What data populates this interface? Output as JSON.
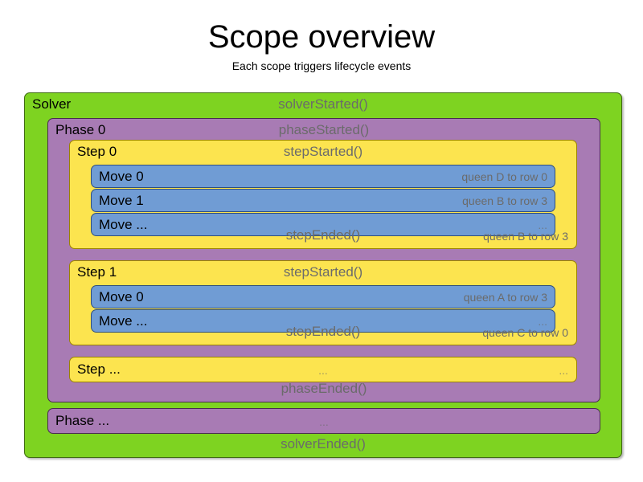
{
  "header": {
    "title": "Scope overview",
    "subtitle": "Each scope triggers lifecycle events"
  },
  "solver": {
    "label": "Solver",
    "started_event": "solverStarted()",
    "ended_event": "solverEnded()"
  },
  "phase0": {
    "label": "Phase 0",
    "started_event": "phaseStarted()",
    "ended_event": "phaseEnded()"
  },
  "phase_ellipsis": {
    "label": "Phase ...",
    "center_text": "..."
  },
  "step0": {
    "label": "Step 0",
    "started_event": "stepStarted()",
    "ended_event": "stepEnded()",
    "ended_detail": "queen B to row 3",
    "moves": [
      {
        "label": "Move 0",
        "detail": "queen D to row 0"
      },
      {
        "label": "Move 1",
        "detail": "queen B to row 3"
      },
      {
        "label": "Move ...",
        "detail": "..."
      }
    ]
  },
  "step1": {
    "label": "Step 1",
    "started_event": "stepStarted()",
    "ended_event": "stepEnded()",
    "ended_detail": "queen C to row 0",
    "moves": [
      {
        "label": "Move 0",
        "detail": "queen A to row 3"
      },
      {
        "label": "Move ...",
        "detail": "..."
      }
    ]
  },
  "step_ellipsis": {
    "label": "Step ...",
    "center_text": "...",
    "right_text": "..."
  },
  "colors": {
    "solver": "#7ED321",
    "phase": "#A87BB4",
    "step": "#FCE44F",
    "move": "#709CD4",
    "event_text": "#6B6B6B",
    "label_text": "#000000",
    "background": "#ffffff"
  }
}
